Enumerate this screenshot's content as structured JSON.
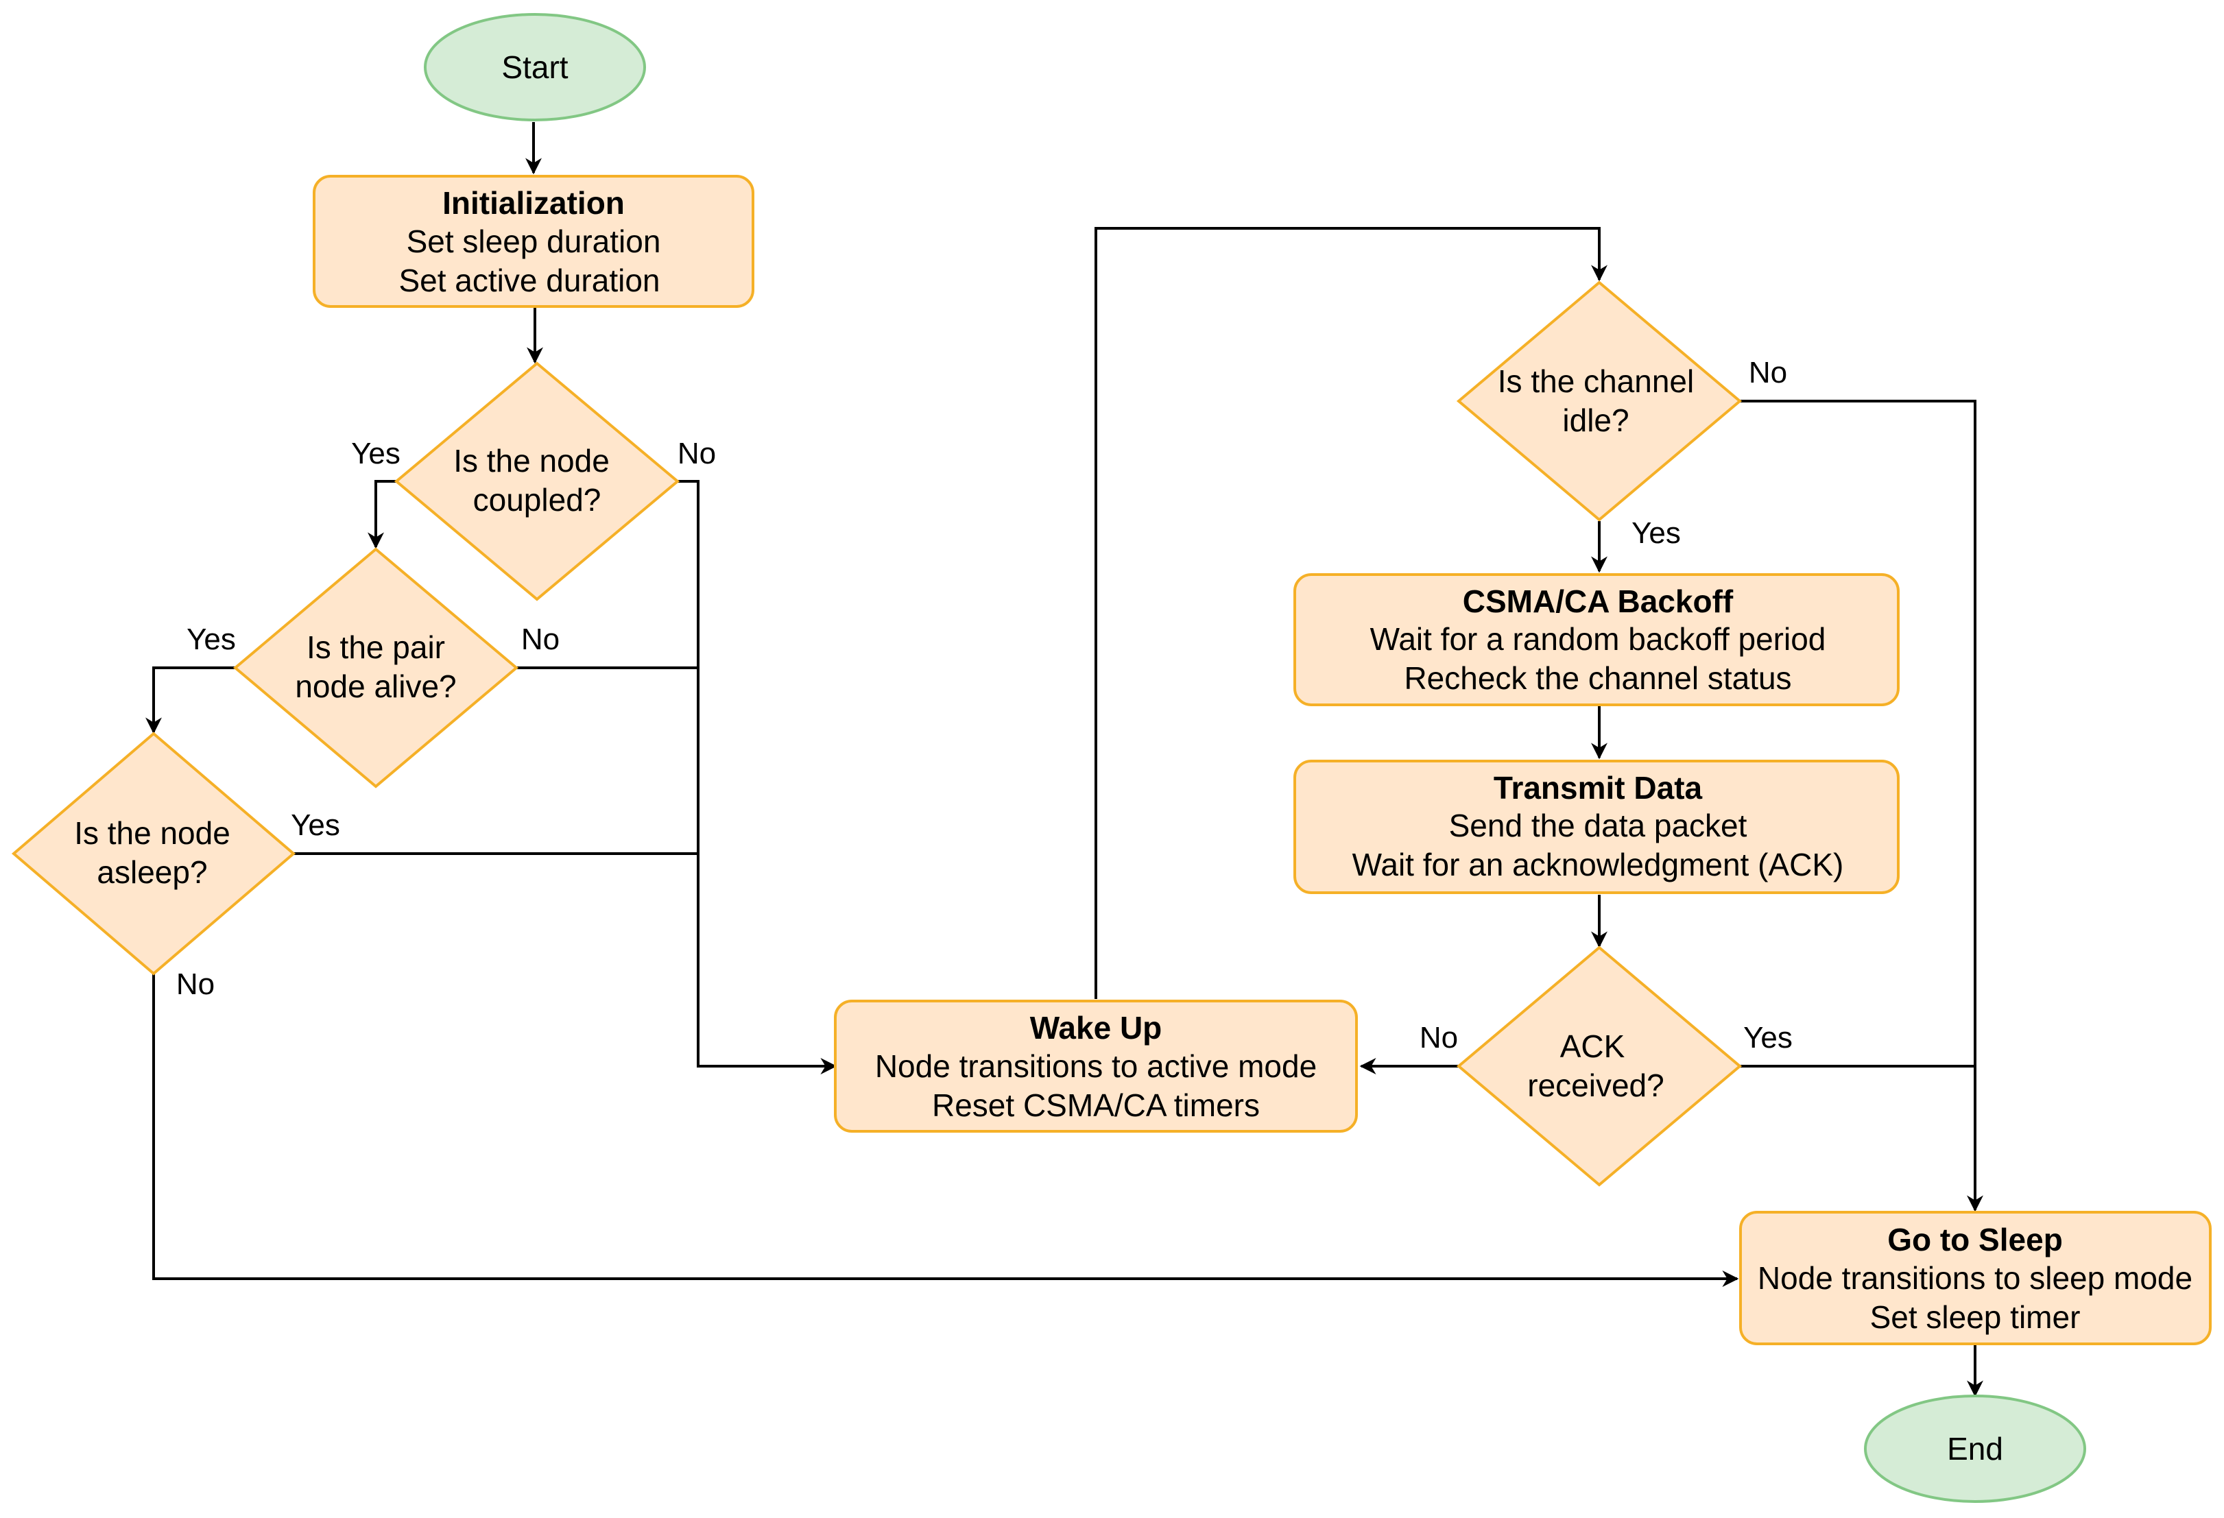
{
  "terminals": {
    "start": "Start",
    "end": "End"
  },
  "processes": {
    "init": {
      "title": "Initialization",
      "lines": [
        "Set sleep duration",
        "Set active duration"
      ]
    },
    "wake": {
      "title": "Wake Up",
      "lines": [
        "Node transitions to active mode",
        "Reset CSMA/CA timers"
      ]
    },
    "backoff": {
      "title": "CSMA/CA Backoff",
      "lines": [
        "Wait for a random backoff period",
        "Recheck the channel status"
      ]
    },
    "transmit": {
      "title": "Transmit Data",
      "lines": [
        "Send the data packet",
        "Wait for an acknowledgment (ACK)"
      ]
    },
    "sleep": {
      "title": "Go to Sleep",
      "lines": [
        "Node transitions to sleep mode",
        "Set sleep timer"
      ]
    }
  },
  "decisions": {
    "coupled": [
      "Is the node",
      "coupled?"
    ],
    "alive": [
      "Is the pair",
      "node alive?"
    ],
    "asleep": [
      "Is the node",
      "asleep?"
    ],
    "channel": [
      "Is the channel",
      "idle?"
    ],
    "ack": [
      "ACK",
      "received?"
    ]
  },
  "labels": {
    "coupled_yes": "Yes",
    "coupled_no": "No",
    "alive_yes": "Yes",
    "alive_no": "No",
    "asleep_yes": "Yes",
    "asleep_no": "No",
    "channel_yes": "Yes",
    "channel_no": "No",
    "ack_yes": "Yes",
    "ack_no": "No"
  },
  "colors": {
    "process_fill": "#ffe6cc",
    "process_stroke": "#f5b027",
    "terminal_fill": "#d5ecd6",
    "terminal_stroke": "#82c784"
  }
}
